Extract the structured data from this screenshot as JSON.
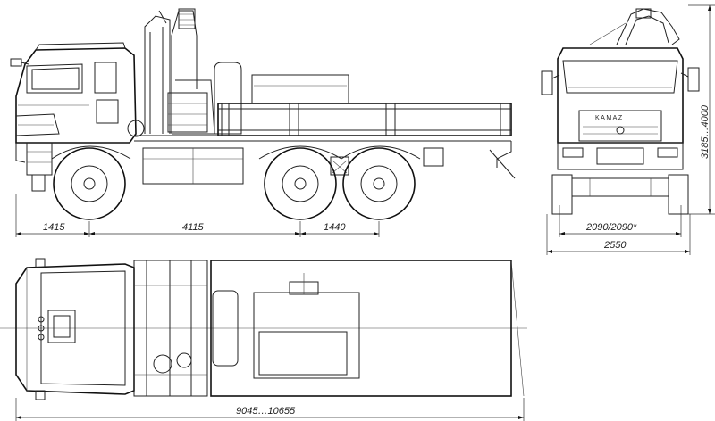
{
  "brand_logo": "KAMAZ",
  "dimensions": {
    "front_overhang": "1415",
    "wheelbase_front": "4115",
    "wheelbase_rear": "1440",
    "overall_length": "9045…10655",
    "track": "2090/2090*",
    "overall_width": "2550",
    "overall_height": "3185…4000"
  },
  "colors": {
    "line": "#222222",
    "background": "#ffffff"
  }
}
